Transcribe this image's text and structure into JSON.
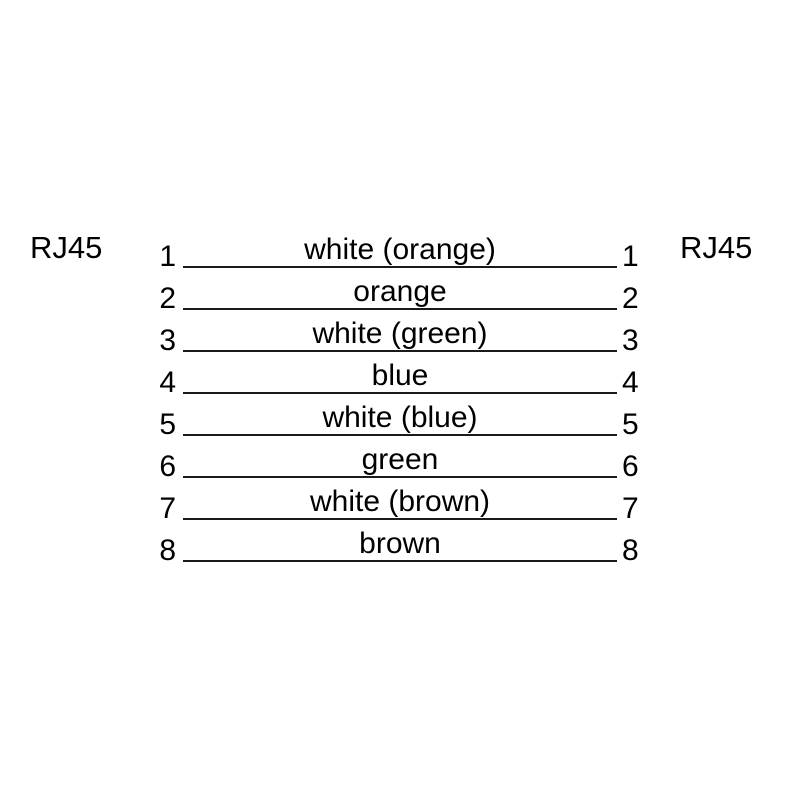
{
  "diagram": {
    "type": "rj45-straight-through-pinout",
    "left_connector": {
      "label": "RJ45"
    },
    "right_connector": {
      "label": "RJ45"
    },
    "pins": [
      {
        "left_pin": "1",
        "right_pin": "1",
        "wire": "white (orange)"
      },
      {
        "left_pin": "2",
        "right_pin": "2",
        "wire": "orange"
      },
      {
        "left_pin": "3",
        "right_pin": "3",
        "wire": "white (green)"
      },
      {
        "left_pin": "4",
        "right_pin": "4",
        "wire": "blue"
      },
      {
        "left_pin": "5",
        "right_pin": "5",
        "wire": "white (blue)"
      },
      {
        "left_pin": "6",
        "right_pin": "6",
        "wire": "green"
      },
      {
        "left_pin": "7",
        "right_pin": "7",
        "wire": "white (brown)"
      },
      {
        "left_pin": "8",
        "right_pin": "8",
        "wire": "brown"
      }
    ],
    "colors": {
      "background": "#ffffff",
      "line": "#1a1a1a",
      "text": "#000000"
    }
  }
}
